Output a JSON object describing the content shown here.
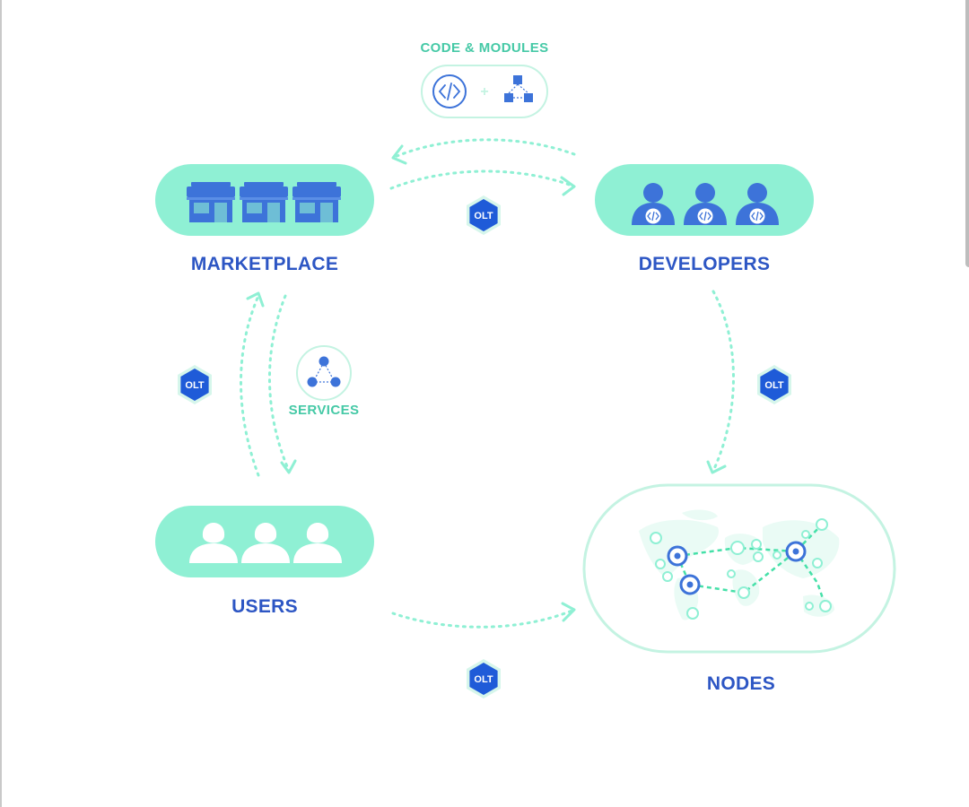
{
  "labels": {
    "code_modules": "CODE & MODULES",
    "marketplace": "MARKETPLACE",
    "developers": "DEVELOPERS",
    "services": "SERVICES",
    "users": "USERS",
    "nodes": "NODES"
  },
  "tokens": {
    "symbol": "OLT"
  },
  "colors": {
    "pill_fill": "#8ff0d4",
    "figure_blue": "#3d73d9",
    "label_blue": "#2d56c4",
    "accent_green": "#45c9a6",
    "token_blue": "#1f5bd8",
    "node_stroke": "#c4f3e2"
  },
  "icons": {
    "code": "code-brackets-icon",
    "modules": "cubes-icon",
    "services": "network-triangle-icon",
    "token": "olt-hexagon-icon",
    "store": "storefront-icon",
    "developer": "developer-avatar-icon",
    "user": "user-avatar-icon",
    "world": "world-map-icon"
  }
}
